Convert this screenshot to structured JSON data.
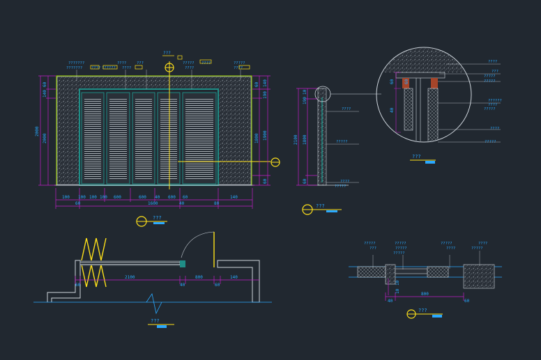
{
  "colors": {
    "background": "#212830",
    "line": "#cfd6dd",
    "dimension": "#c21fc8",
    "note": "#2aa9ff",
    "accent": "#ffe11a",
    "lime": "#a7e000",
    "teal": "#1f8d86",
    "brown": "#a5452a",
    "hatch": "#9aa3ab"
  },
  "elevation": {
    "top_notes": [
      "???????",
      "???????",
      "????",
      "??????",
      "????",
      "???",
      "????",
      "?????",
      "????",
      "?????",
      "????",
      "????"
    ],
    "section_marker": "???",
    "left_dims": [
      "60",
      "140",
      "2000",
      "2000"
    ],
    "right_dims": [
      "60",
      "140",
      "190",
      "1800",
      "1900",
      "60"
    ],
    "bottom_dims": [
      "100",
      "100",
      "100",
      "100",
      "600",
      "600",
      "40",
      "600",
      "60",
      "140"
    ],
    "bottom_dims_row2": [
      "60",
      "1600",
      "40",
      "80"
    ],
    "title": "???"
  },
  "side_section": {
    "left_dims": [
      "10",
      "190",
      "1800",
      "2100",
      "60"
    ],
    "notes": [
      "????",
      "?????",
      "????",
      "?????"
    ],
    "title": "???"
  },
  "detail": {
    "notes": [
      "????",
      "???",
      "?????",
      "?????",
      "??????",
      "????",
      "?????",
      "????",
      "?????"
    ],
    "dims": [
      "60",
      "60",
      "40"
    ],
    "title": "???"
  },
  "plan": {
    "dims": [
      "60",
      "2100",
      "40",
      "800",
      "60",
      "140"
    ],
    "title": "???"
  },
  "jamb_section": {
    "notes": [
      "?????",
      "???",
      "?????",
      "?????",
      "?????",
      "?????",
      "????",
      "????",
      "?????"
    ],
    "dims": [
      "40",
      "800",
      "60",
      "10",
      "10"
    ],
    "title": "???"
  }
}
